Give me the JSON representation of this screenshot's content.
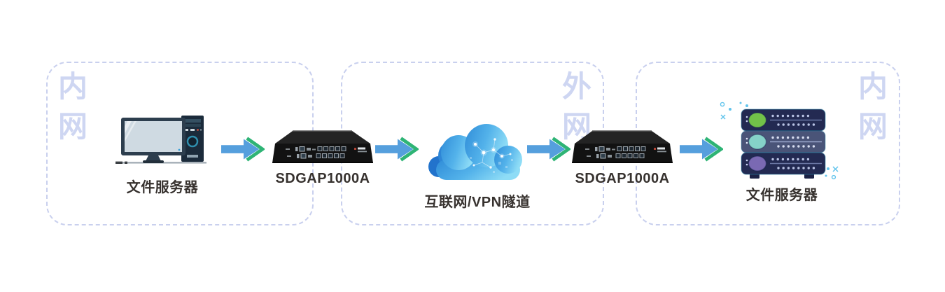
{
  "zones": [
    {
      "label": "内网",
      "label_corner": "top-left"
    },
    {
      "label": "外网",
      "label_corner": "top-right"
    },
    {
      "label": "内网",
      "label_corner": "top-right"
    }
  ],
  "nodes": [
    {
      "id": "file-server-pc",
      "label": "文件服务器",
      "icon": "desktop-computer-icon",
      "zone": 0
    },
    {
      "id": "gap-appliance-1",
      "label": "SDGAP1000A",
      "icon": "security-appliance-icon",
      "zone": "0/1-boundary"
    },
    {
      "id": "internet-cloud",
      "label": "互联网/VPN隧道",
      "icon": "cloud-icon",
      "zone": 1
    },
    {
      "id": "gap-appliance-2",
      "label": "SDGAP1000A",
      "icon": "security-appliance-icon",
      "zone": "1/2-boundary"
    },
    {
      "id": "file-server-rack",
      "label": "文件服务器",
      "icon": "server-rack-icon",
      "zone": 2
    }
  ],
  "flow": {
    "direction": "left-to-right",
    "arrow_count": 4,
    "style": "solid-blue-arrow-with-green-chevron"
  },
  "colors": {
    "background": "#ffffff",
    "zone_border": "#c9d0ee",
    "zone_label": "#ced6f2",
    "caption_text": "#37322f",
    "arrow_blue": "#559fdd",
    "chevron_green": "#2eb475",
    "cloud_blue_dark": "#2273cc",
    "cloud_blue_light": "#8edcf6",
    "appliance_body": "#141414",
    "server_body": "#232a52",
    "server_body_light": "#4a5478",
    "server_led_green": "#72c149",
    "server_led_teal": "#85d2c8",
    "server_led_purple": "#7a69b3",
    "sparkle_blue": "#62c4ec"
  }
}
